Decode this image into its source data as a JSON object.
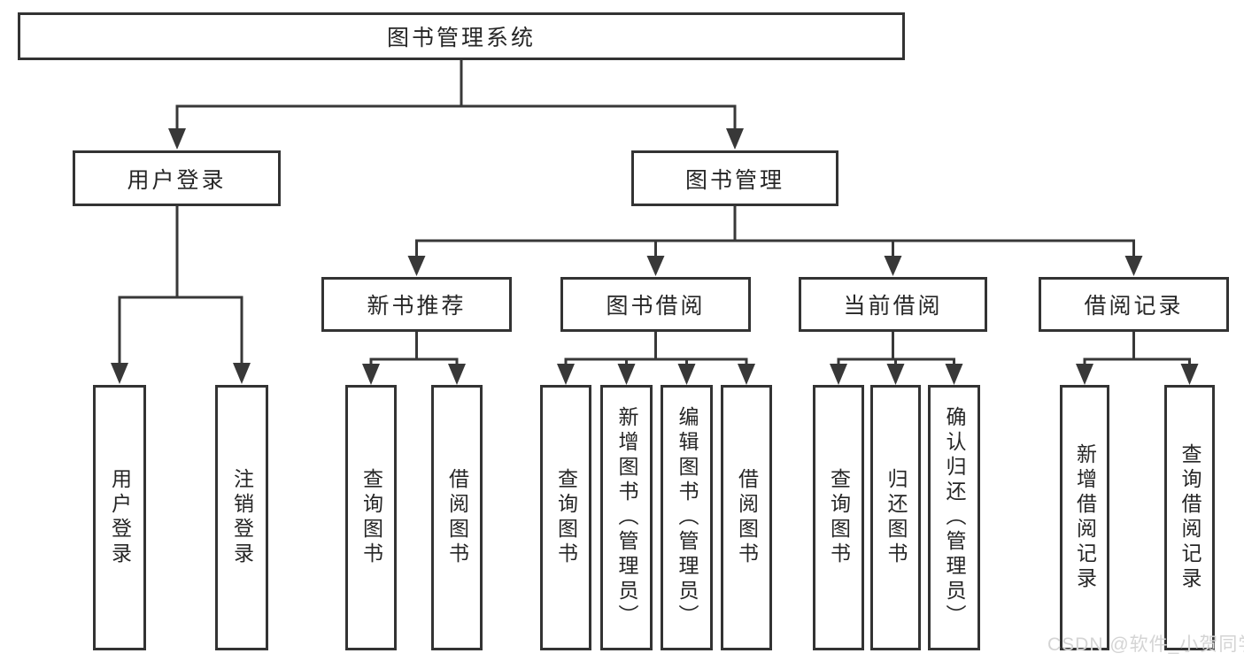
{
  "diagram": {
    "root": {
      "label": "图书管理系统"
    },
    "branches": [
      {
        "label": "用户登录",
        "leaves": [
          "用户登录",
          "注销登录"
        ]
      },
      {
        "label": "图书管理",
        "sections": [
          {
            "label": "新书推荐",
            "leaves": [
              "查询图书",
              "借阅图书"
            ]
          },
          {
            "label": "图书借阅",
            "leaves": [
              "查询图书",
              "新增图书（管理员）",
              "编辑图书（管理员）",
              "借阅图书"
            ]
          },
          {
            "label": "当前借阅",
            "leaves": [
              "查询图书",
              "归还图书",
              "确认归还（管理员）"
            ]
          },
          {
            "label": "借阅记录",
            "leaves": [
              "新增借阅记录",
              "查询借阅记录"
            ]
          }
        ]
      }
    ]
  },
  "watermark": "CSDN @软件_小贺同学",
  "colors": {
    "line": "#383838",
    "box_border": "#333333",
    "box_background": "#ffffff",
    "text": "#262626",
    "watermark_text": "#d4d4d4",
    "page_background": "#ffffff"
  }
}
